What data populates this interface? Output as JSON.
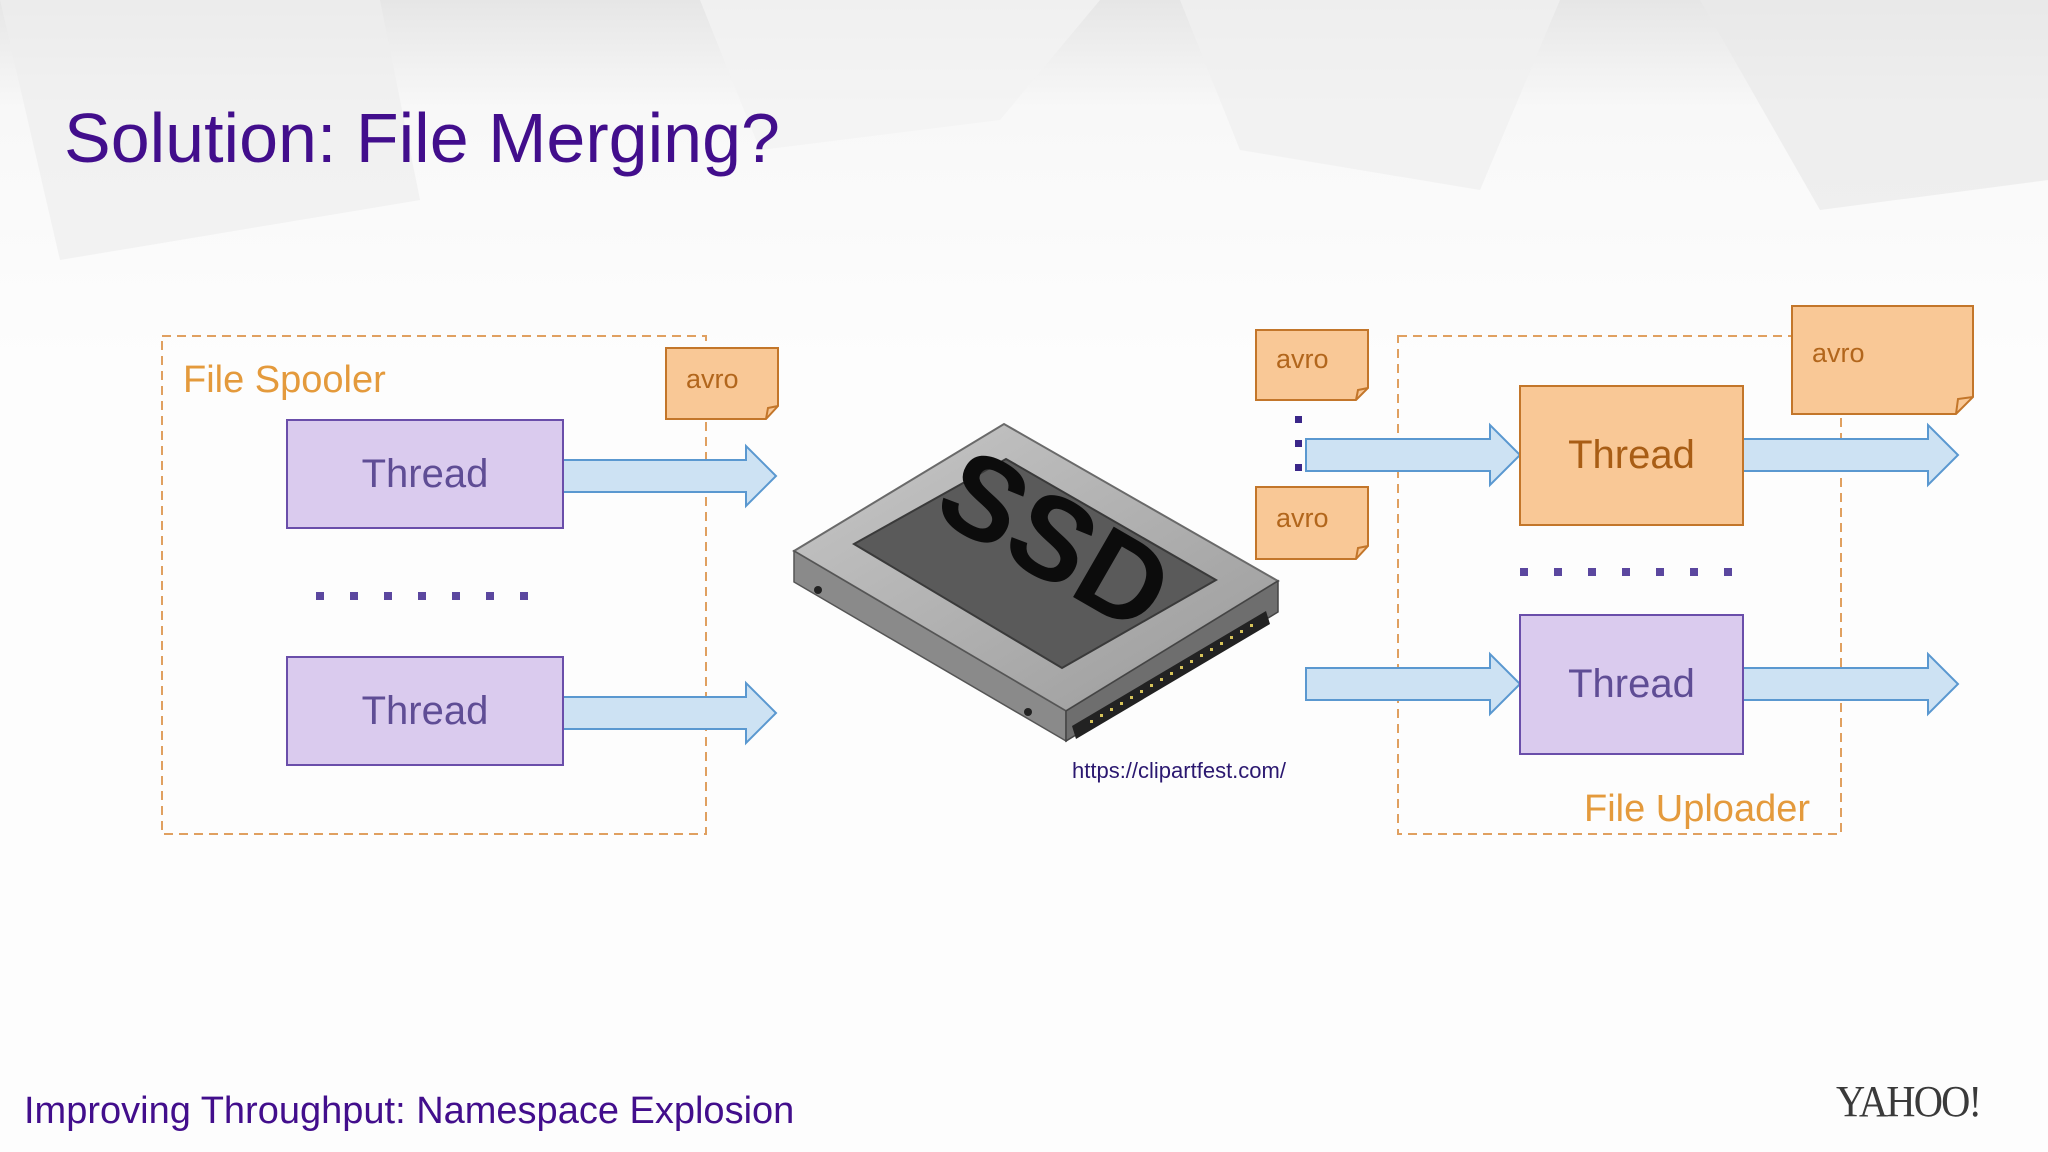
{
  "title": "Solution: File Merging?",
  "footer": "Improving Throughput: Namespace Explosion",
  "logo": "YAHOO!",
  "spooler": {
    "label": "File Spooler",
    "threads": [
      "Thread",
      "Thread"
    ],
    "avro": "avro"
  },
  "ssd": {
    "label": "SSD",
    "credit": "https://clipartfest.com/"
  },
  "uploader": {
    "label": "File Uploader",
    "threads": [
      "Thread",
      "Thread"
    ],
    "incoming_avro": [
      "avro",
      "avro"
    ],
    "outgoing_avro": "avro"
  },
  "colors": {
    "title": "#420e8c",
    "box_border": "#e0a060",
    "purple_thread": "#dacbee",
    "orange_thread": "#f9c896",
    "arrow_fill": "#cde2f3",
    "arrow_stroke": "#5a98d0",
    "dots": "#5b479f"
  }
}
